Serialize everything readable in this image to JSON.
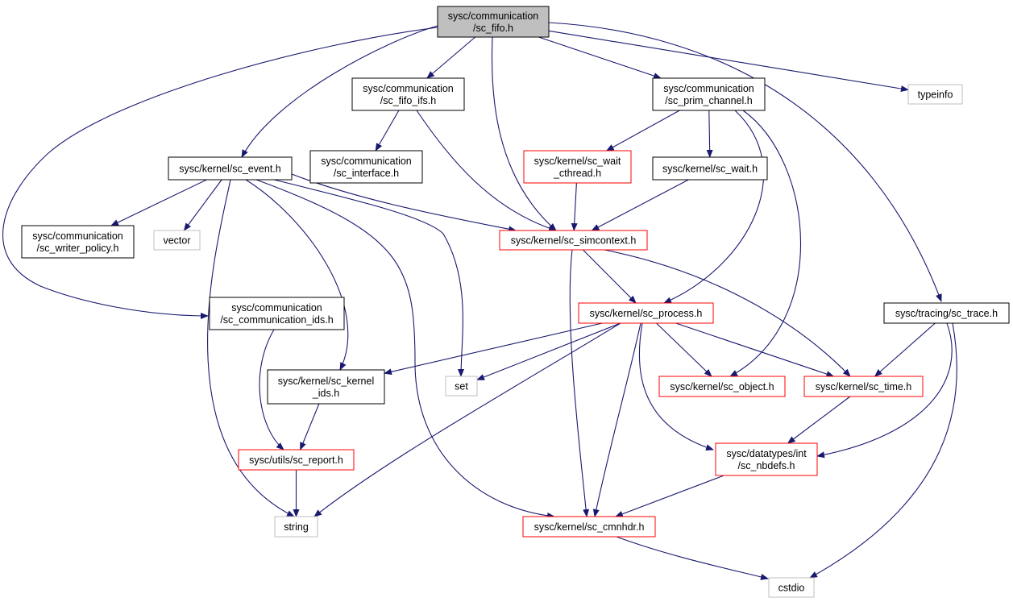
{
  "colors": {
    "edge": "#191970",
    "root_fill": "#bfbfbf",
    "normal_border": "#000000",
    "missing_border": "#ff0000",
    "external_border": "#bfbfbf",
    "background": "#ffffff"
  },
  "nodes": {
    "sc_fifo": {
      "lines": [
        "sysc/communication",
        "/sc_fifo.h"
      ],
      "kind": "root"
    },
    "sc_fifo_ifs": {
      "lines": [
        "sysc/communication",
        "/sc_fifo_ifs.h"
      ],
      "kind": "normal"
    },
    "sc_prim_channel": {
      "lines": [
        "sysc/communication",
        "/sc_prim_channel.h"
      ],
      "kind": "normal"
    },
    "typeinfo": {
      "lines": [
        "typeinfo"
      ],
      "kind": "external"
    },
    "sc_event": {
      "lines": [
        "sysc/kernel/sc_event.h"
      ],
      "kind": "normal"
    },
    "sc_interface": {
      "lines": [
        "sysc/communication",
        "/sc_interface.h"
      ],
      "kind": "normal"
    },
    "sc_wait_cthread": {
      "lines": [
        "sysc/kernel/sc_wait",
        "_cthread.h"
      ],
      "kind": "missing"
    },
    "sc_wait": {
      "lines": [
        "sysc/kernel/sc_wait.h"
      ],
      "kind": "normal"
    },
    "sc_writer_policy": {
      "lines": [
        "sysc/communication",
        "/sc_writer_policy.h"
      ],
      "kind": "normal"
    },
    "vector": {
      "lines": [
        "vector"
      ],
      "kind": "external"
    },
    "sc_simcontext": {
      "lines": [
        "sysc/kernel/sc_simcontext.h"
      ],
      "kind": "missing"
    },
    "sc_communication_ids": {
      "lines": [
        "sysc/communication",
        "/sc_communication_ids.h"
      ],
      "kind": "normal"
    },
    "sc_process": {
      "lines": [
        "sysc/kernel/sc_process.h"
      ],
      "kind": "missing"
    },
    "sc_trace": {
      "lines": [
        "sysc/tracing/sc_trace.h"
      ],
      "kind": "normal"
    },
    "sc_kernel_ids": {
      "lines": [
        "sysc/kernel/sc_kernel",
        "_ids.h"
      ],
      "kind": "normal"
    },
    "set": {
      "lines": [
        "set"
      ],
      "kind": "external"
    },
    "sc_object": {
      "lines": [
        "sysc/kernel/sc_object.h"
      ],
      "kind": "missing"
    },
    "sc_time": {
      "lines": [
        "sysc/kernel/sc_time.h"
      ],
      "kind": "missing"
    },
    "sc_report": {
      "lines": [
        "sysc/utils/sc_report.h"
      ],
      "kind": "missing"
    },
    "sc_nbdefs": {
      "lines": [
        "sysc/datatypes/int",
        "/sc_nbdefs.h"
      ],
      "kind": "missing"
    },
    "string": {
      "lines": [
        "string"
      ],
      "kind": "external"
    },
    "sc_cmnhdr": {
      "lines": [
        "sysc/kernel/sc_cmnhdr.h"
      ],
      "kind": "missing"
    },
    "cstdio": {
      "lines": [
        "cstdio"
      ],
      "kind": "external"
    }
  },
  "edges": [
    [
      "sc_fifo",
      "sc_fifo_ifs"
    ],
    [
      "sc_fifo",
      "sc_prim_channel"
    ],
    [
      "sc_fifo",
      "typeinfo"
    ],
    [
      "sc_fifo",
      "sc_event"
    ],
    [
      "sc_fifo",
      "sc_communication_ids"
    ],
    [
      "sc_fifo",
      "sc_simcontext"
    ],
    [
      "sc_fifo",
      "sc_trace"
    ],
    [
      "sc_fifo_ifs",
      "sc_interface"
    ],
    [
      "sc_fifo_ifs",
      "sc_simcontext"
    ],
    [
      "sc_prim_channel",
      "sc_wait_cthread"
    ],
    [
      "sc_prim_channel",
      "sc_wait"
    ],
    [
      "sc_prim_channel",
      "sc_process"
    ],
    [
      "sc_prim_channel",
      "sc_object"
    ],
    [
      "sc_event",
      "sc_writer_policy"
    ],
    [
      "sc_event",
      "vector"
    ],
    [
      "sc_event",
      "string"
    ],
    [
      "sc_event",
      "sc_kernel_ids"
    ],
    [
      "sc_event",
      "sc_cmnhdr"
    ],
    [
      "sc_event",
      "set"
    ],
    [
      "sc_event",
      "sc_simcontext"
    ],
    [
      "sc_wait_cthread",
      "sc_simcontext"
    ],
    [
      "sc_wait",
      "sc_simcontext"
    ],
    [
      "sc_simcontext",
      "sc_process"
    ],
    [
      "sc_simcontext",
      "sc_time"
    ],
    [
      "sc_simcontext",
      "sc_cmnhdr"
    ],
    [
      "sc_communication_ids",
      "sc_report"
    ],
    [
      "sc_process",
      "sc_kernel_ids"
    ],
    [
      "sc_process",
      "set"
    ],
    [
      "sc_process",
      "string"
    ],
    [
      "sc_process",
      "sc_object"
    ],
    [
      "sc_process",
      "sc_time"
    ],
    [
      "sc_process",
      "sc_cmnhdr"
    ],
    [
      "sc_process",
      "sc_nbdefs"
    ],
    [
      "sc_trace",
      "sc_time"
    ],
    [
      "sc_trace",
      "sc_nbdefs"
    ],
    [
      "sc_trace",
      "cstdio"
    ],
    [
      "sc_kernel_ids",
      "sc_report"
    ],
    [
      "sc_time",
      "sc_nbdefs"
    ],
    [
      "sc_report",
      "string"
    ],
    [
      "sc_nbdefs",
      "sc_cmnhdr"
    ],
    [
      "sc_cmnhdr",
      "cstdio"
    ]
  ]
}
